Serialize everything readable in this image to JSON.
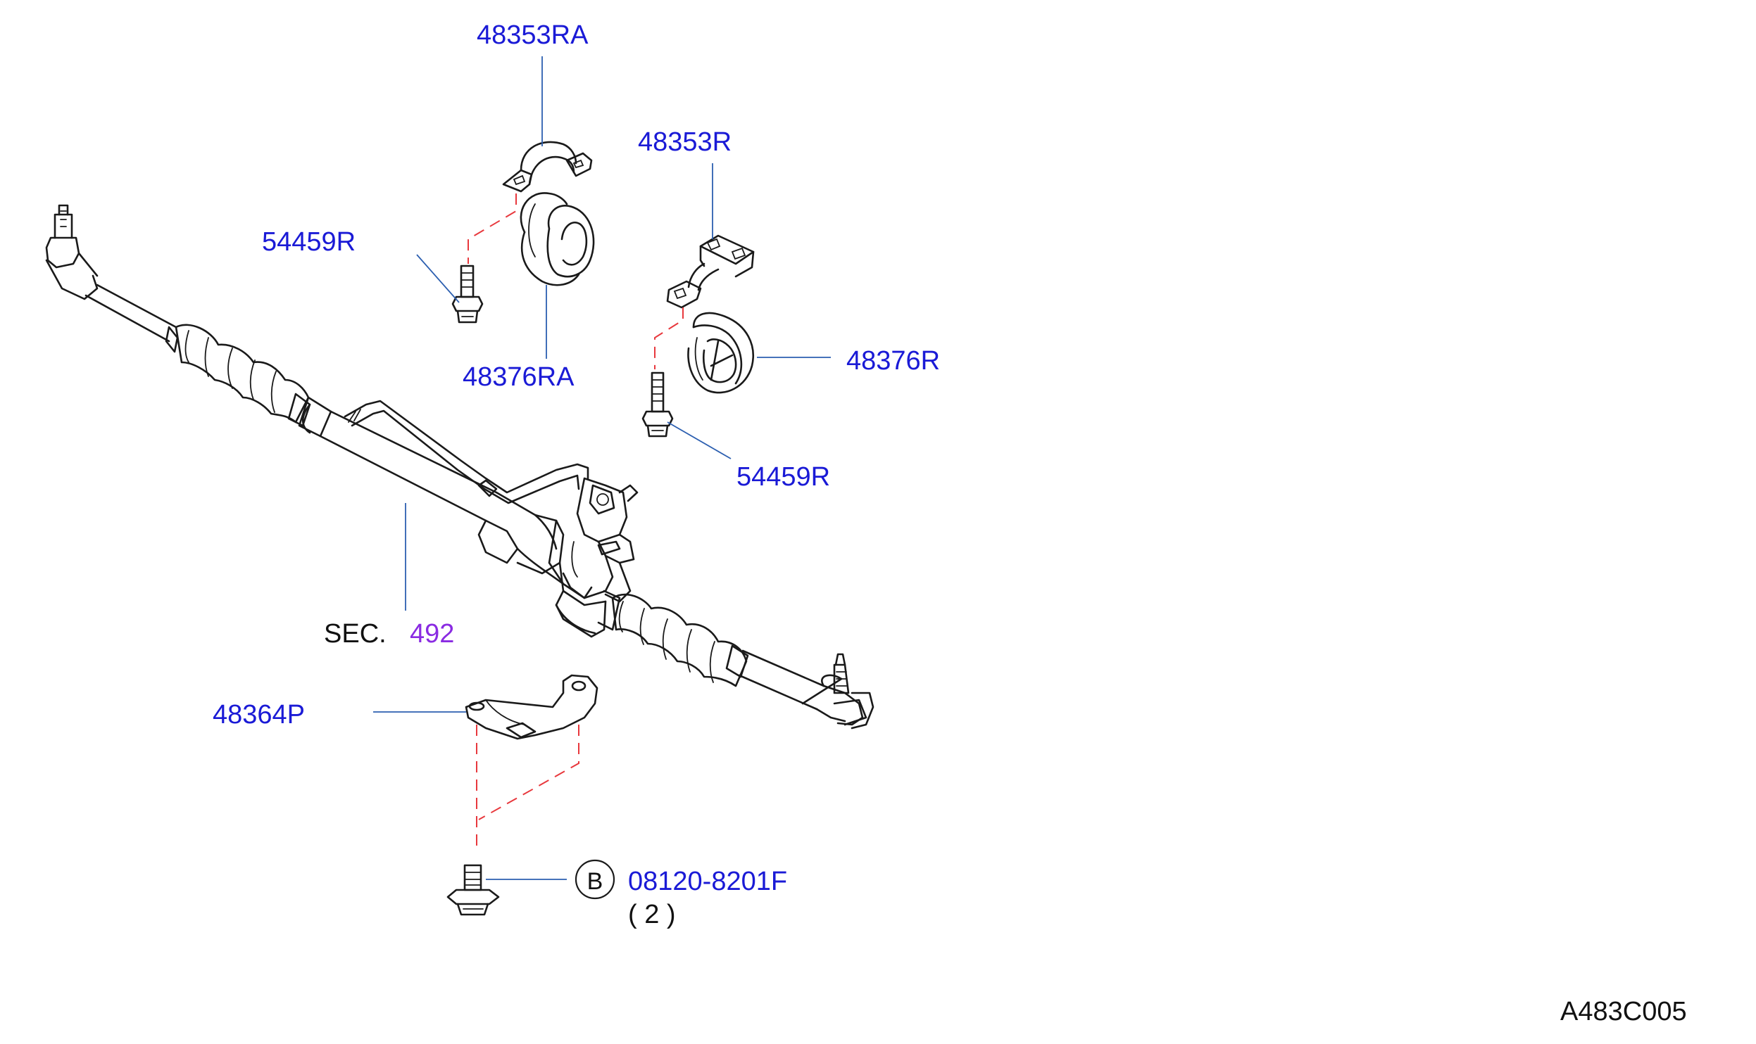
{
  "labels": {
    "p48353RA": "48353RA",
    "p48353R": "48353R",
    "p54459R_a": "54459R",
    "p54459R_b": "54459R",
    "p48376RA": "48376RA",
    "p48376R": "48376R",
    "sec_prefix": "SEC.",
    "sec_number": "492",
    "p48364P": "48364P",
    "circle_b": "B",
    "p08120": "08120-8201F",
    "qty": "( 2 )",
    "diagram_id": "A483C005"
  },
  "colors": {
    "part_number": "#1a1ad6",
    "section_ref": "#8a2be2",
    "black_text": "#111111",
    "leader_line": "#2c5fb0",
    "hidden_line": "#e8383d"
  }
}
